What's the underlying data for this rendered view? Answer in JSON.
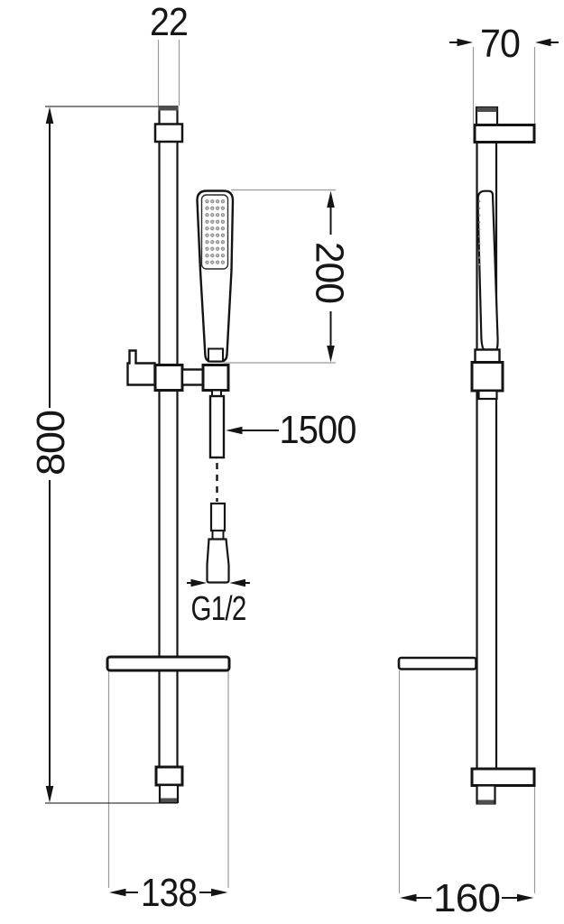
{
  "figure_front": {
    "labels": {
      "rail_width": "22",
      "total_height": "800",
      "handset_length": "200",
      "hose_length": "1500",
      "thread_size": "G1/2",
      "base_width": "138"
    }
  },
  "figure_side": {
    "labels": {
      "bracket_depth": "70",
      "base_depth": "160"
    }
  }
}
